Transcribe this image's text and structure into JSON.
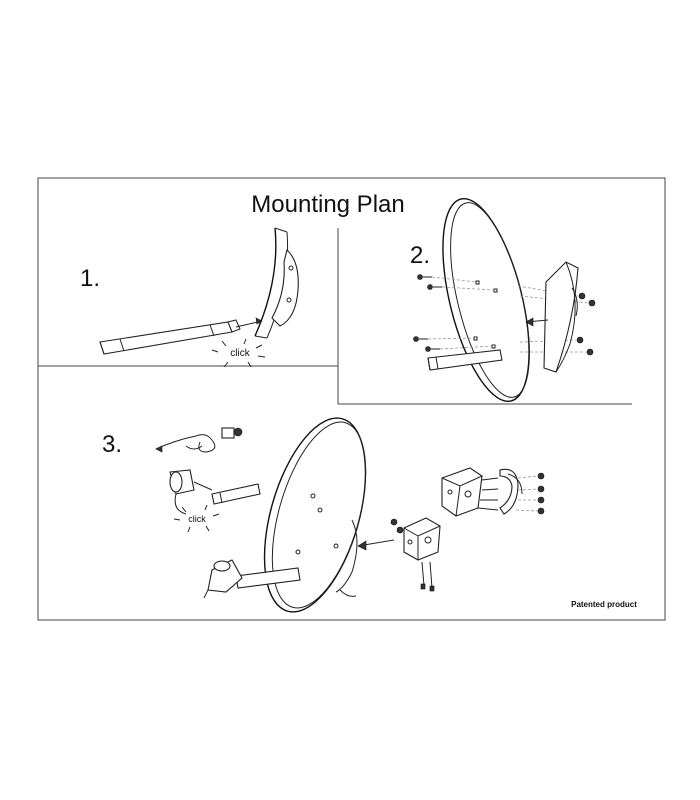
{
  "title": "Mounting Plan",
  "steps": [
    {
      "number": "1.",
      "click_label": "click"
    },
    {
      "number": "2."
    },
    {
      "number": "3.",
      "click_label": "click"
    }
  ],
  "footer": "Patented product",
  "colors": {
    "ink": "#111111",
    "paper": "#ffffff",
    "frame": "#444444"
  }
}
